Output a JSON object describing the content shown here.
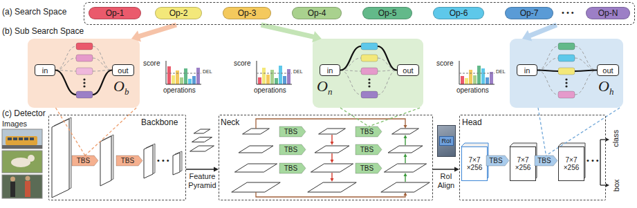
{
  "diagram": {
    "nodes": [
      {
        "text": [
          "(a) Search Space"
        ]
      },
      {
        "text": [
          "Op-1"
        ],
        "in": 0
      },
      {
        "text": [
          "Op-2"
        ],
        "in": 0
      },
      {
        "text": [
          "Op-3"
        ],
        "in": 0
      },
      {
        "text": [
          "Op-4"
        ],
        "in": 0
      },
      {
        "text": [
          "Op-5"
        ],
        "in": 0
      },
      {
        "text": [
          "Op-6"
        ],
        "in": 0
      },
      {
        "text": [
          "Op-7"
        ],
        "in": 0
      },
      {
        "text": [
          "Op-N"
        ],
        "in": 0
      },
      {
        "text": [
          "O",
          "b"
        ]
      },
      {
        "text": [
          "in"
        ],
        "in": 9
      },
      {
        "text": [
          "out"
        ],
        "in": 9
      },
      {
        "text": [
          "O",
          "n"
        ]
      },
      {
        "text": [
          "in"
        ],
        "in": 12
      },
      {
        "text": [
          "out"
        ],
        "in": 12
      },
      {
        "text": [
          "O",
          "h"
        ]
      },
      {
        "text": [
          "in"
        ],
        "in": 15
      },
      {
        "text": [
          "out"
        ],
        "in": 15
      },
      {
        "text": [
          "Backbone"
        ]
      },
      {
        "text": [
          "TBS"
        ],
        "in": 18
      },
      {
        "text": [
          "TBS"
        ],
        "in": 18
      },
      {
        "text": [
          "Neck"
        ]
      },
      {
        "text": [
          "TBS"
        ],
        "in": 21
      },
      {
        "text": [
          "TBS"
        ],
        "in": 21
      },
      {
        "text": [
          "TBS"
        ],
        "in": 21
      },
      {
        "text": [
          "TBS"
        ],
        "in": 21
      },
      {
        "text": [
          "TBS"
        ],
        "in": 21
      },
      {
        "text": [
          "TBS"
        ],
        "in": 21
      },
      {
        "text": [
          "RoI"
        ]
      },
      {
        "text": [
          "Head"
        ]
      },
      {
        "text": [
          "7×7 ×256"
        ],
        "in": 29
      },
      {
        "text": [
          "TBS"
        ],
        "in": 29
      },
      {
        "text": [
          "7×7 ×256"
        ],
        "in": 29
      },
      {
        "text": [
          "TBS"
        ],
        "in": 29
      },
      {
        "text": [
          "7×7 ×256"
        ],
        "in": 29
      }
    ],
    "edges": [
      {
        "from": 0,
        "to": 9,
        "arrow": "to"
      },
      {
        "from": 0,
        "to": 12,
        "arrow": "to"
      },
      {
        "from": 0,
        "to": 15,
        "arrow": "to"
      },
      {
        "from": 10,
        "to": 11,
        "arrow": "none"
      },
      {
        "from": 13,
        "to": 14,
        "arrow": "none"
      },
      {
        "from": 16,
        "to": 17,
        "arrow": "none"
      },
      {
        "from": 9,
        "to": 19,
        "arrow": "none"
      },
      {
        "from": 12,
        "to": 25,
        "arrow": "none"
      },
      {
        "from": 15,
        "to": 33,
        "arrow": "none"
      },
      {
        "from": 18,
        "to": 21,
        "arrow": "to",
        "label": "Feature Pyramid"
      },
      {
        "from": 21,
        "to": 29,
        "arrow": "to",
        "label": "RoI Align"
      }
    ],
    "labels": [
      "(b) Sub Search Space",
      "(c) Detector",
      "Images",
      "• • •",
      "score",
      "operations",
      "DEL",
      "score",
      "operations",
      "DEL",
      "score",
      "operations",
      "DEL",
      "• • •",
      "• • •",
      "class",
      "box"
    ]
  }
}
